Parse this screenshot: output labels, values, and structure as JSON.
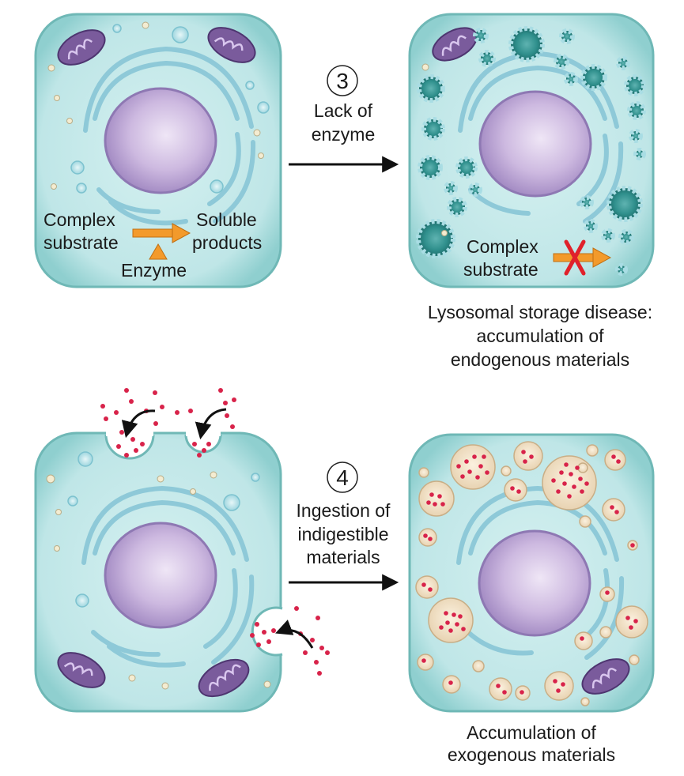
{
  "top": {
    "step_number": "3",
    "arrow_label": [
      "Lack of",
      "enzyme"
    ],
    "normal_cell": {
      "substrate_label": [
        "Complex",
        "substrate"
      ],
      "products_label": [
        "Soluble",
        "products"
      ],
      "enzyme_label": "Enzyme"
    },
    "disease_cell": {
      "substrate_label": [
        "Complex",
        "substrate"
      ]
    },
    "caption": [
      "Lysosomal storage disease:",
      "accumulation of",
      "endogenous materials"
    ]
  },
  "bottom": {
    "step_number": "4",
    "arrow_label": [
      "Ingestion of",
      "indigestible",
      "materials"
    ],
    "caption": [
      "Accumulation of",
      "exogenous materials"
    ]
  },
  "colors": {
    "cell_fill": "#bfe6e7",
    "cell_border": "#6fb8b6",
    "nucleus": "#c8b4dc",
    "er": "#8ec9d8",
    "mito": "#7a5b9c",
    "lysosome_dark": "#2f8f8c",
    "particle": "#d8234a",
    "arrow_orange": "#f39a2b",
    "cross_red": "#e0212b"
  }
}
